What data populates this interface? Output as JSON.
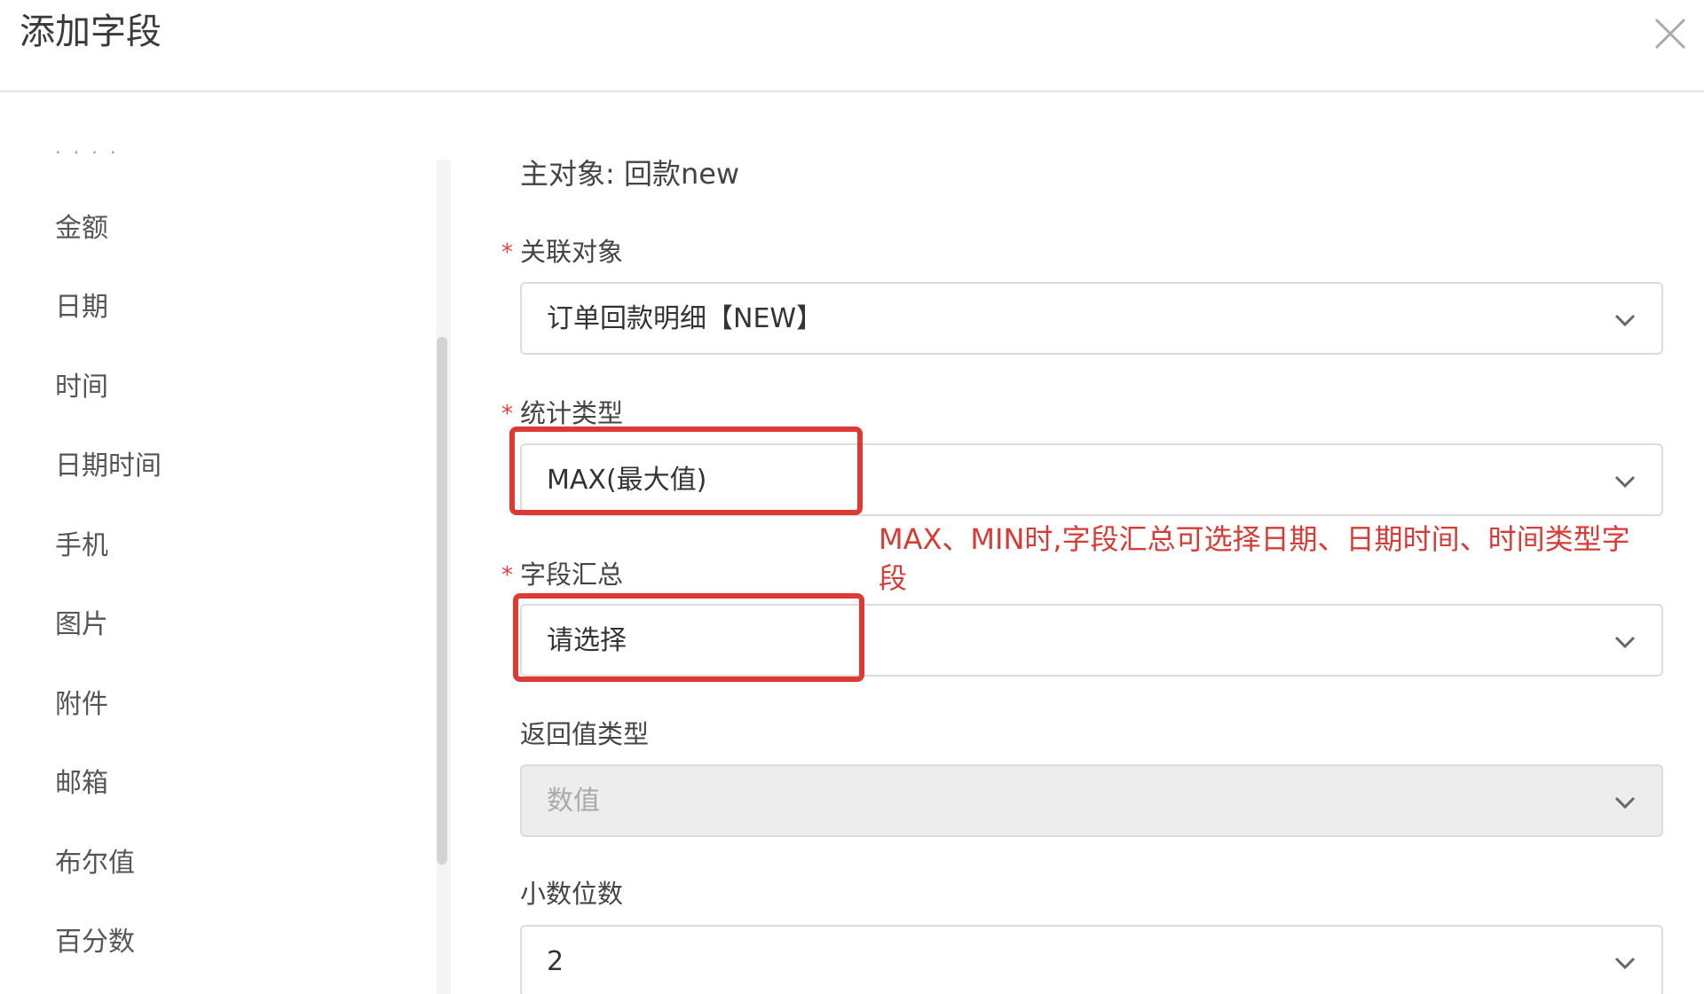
{
  "dialog": {
    "title": "添加字段",
    "close_icon": "close-icon"
  },
  "type_list": {
    "more": "· · · ·",
    "items": [
      "金额",
      "日期",
      "时间",
      "日期时间",
      "手机",
      "图片",
      "附件",
      "邮箱",
      "布尔值",
      "百分数"
    ]
  },
  "form": {
    "main_object": "主对象: 回款new",
    "required_mark": "*",
    "related_object": {
      "label": "关联对象",
      "value": "订单回款明细【NEW】"
    },
    "stat_type": {
      "label": "统计类型",
      "value": "MAX(最大值)"
    },
    "field_summary": {
      "label": "字段汇总",
      "placeholder": "请选择"
    },
    "return_type": {
      "label": "返回值类型",
      "value": "数值"
    },
    "decimal_places": {
      "label": "小数位数",
      "value": "2"
    }
  },
  "annotation": {
    "note": "MAX、MIN时,字段汇总可选择日期、日期时间、时间类型字段",
    "color": "#d83a34"
  },
  "colors": {
    "required": "#e8403a",
    "highlight_border": "#dd3a36",
    "disabled_bg": "#ededed"
  }
}
